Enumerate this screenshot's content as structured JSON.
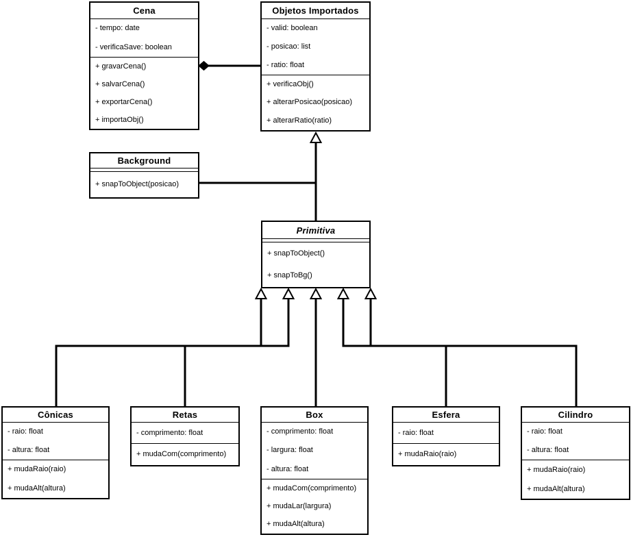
{
  "diagram_type": "uml-class-diagram",
  "colors": {
    "line": "#000000",
    "background": "#ffffff",
    "text": "#000000"
  },
  "classes": {
    "cena": {
      "title": "Cena",
      "attributes": [
        "- tempo: date",
        "- verificaSave: boolean"
      ],
      "methods": [
        "+ gravarCena()",
        "+ salvarCena()",
        "+ exportarCena()",
        "+ importaObj()"
      ]
    },
    "objetos_importados": {
      "title": "Objetos Importados",
      "attributes": [
        "- valid: boolean",
        "- posicao: list",
        "- ratio: float"
      ],
      "methods": [
        "+ verificaObj()",
        "+ alterarPosicao(posicao)",
        "+ alterarRatio(ratio)"
      ]
    },
    "background": {
      "title": "Background",
      "attributes": [],
      "methods": [
        "+ snapToObject(posicao)"
      ]
    },
    "primitiva": {
      "title": "Primitiva",
      "abstract": true,
      "attributes": [],
      "methods": [
        "+ snapToObject()",
        "+ snapToBg()"
      ]
    },
    "conicas": {
      "title": "Cônicas",
      "attributes": [
        "- raio: float",
        "- altura: float"
      ],
      "methods": [
        "+ mudaRaio(raio)",
        "+ mudaAlt(altura)"
      ]
    },
    "retas": {
      "title": "Retas",
      "attributes": [
        "- comprimento: float"
      ],
      "methods": [
        "+ mudaCom(comprimento)"
      ]
    },
    "box": {
      "title": "Box",
      "attributes": [
        "- comprimento: float",
        "- largura: float",
        "- altura: float"
      ],
      "methods": [
        "+ mudaCom(comprimento)",
        "+ mudaLar(largura)",
        "+ mudaAlt(altura)"
      ]
    },
    "esfera": {
      "title": "Esfera",
      "attributes": [
        "- raio: float"
      ],
      "methods": [
        "+ mudaRaio(raio)"
      ]
    },
    "cilindro": {
      "title": "Cilindro",
      "attributes": [
        "- raio: float",
        "- altura: float"
      ],
      "methods": [
        "+ mudaRaio(raio)",
        "+ mudaAlt(altura)"
      ]
    }
  },
  "relationships": [
    {
      "type": "composition",
      "owner": "Cena",
      "part": "Objetos Importados"
    },
    {
      "type": "generalization",
      "child": "Background",
      "parent": "Objetos Importados"
    },
    {
      "type": "generalization",
      "child": "Primitiva",
      "parent": "Objetos Importados"
    },
    {
      "type": "generalization",
      "child": "Cônicas",
      "parent": "Primitiva"
    },
    {
      "type": "generalization",
      "child": "Retas",
      "parent": "Primitiva"
    },
    {
      "type": "generalization",
      "child": "Box",
      "parent": "Primitiva"
    },
    {
      "type": "generalization",
      "child": "Esfera",
      "parent": "Primitiva"
    },
    {
      "type": "generalization",
      "child": "Cilindro",
      "parent": "Primitiva"
    }
  ]
}
